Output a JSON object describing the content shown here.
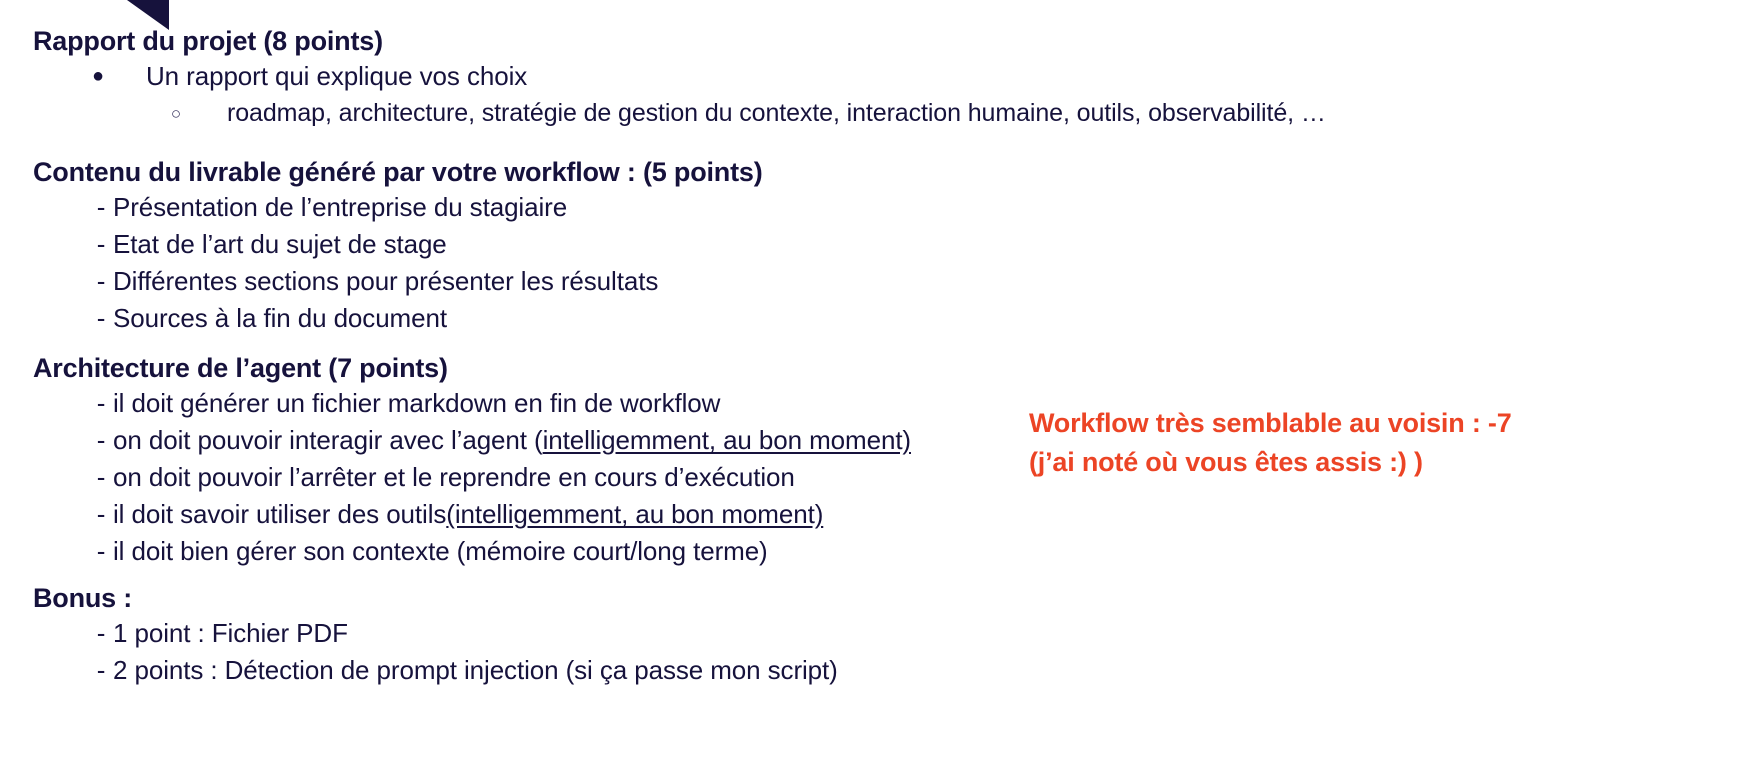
{
  "slide": {
    "background_color": "#ffffff",
    "text_color": "#16123c",
    "accent_color": "#ec4425",
    "decoration": {
      "shape": "triangle",
      "color": "#16123c",
      "name": "corner-triangle"
    }
  },
  "sections": [
    {
      "id": "rapport",
      "heading": "Rapport du projet  (8 points)",
      "items": [
        {
          "marker": "●",
          "style": "disc",
          "text": "Un rapport qui explique vos choix"
        },
        {
          "marker": "○",
          "style": "circle",
          "text": "roadmap, architecture, stratégie de gestion du contexte, interaction humaine, outils, observabilité, …"
        }
      ]
    },
    {
      "id": "contenu",
      "heading": "Contenu du livrable généré par votre workflow : (5 points)",
      "items": [
        {
          "marker": "-",
          "style": "dash",
          "text": "Présentation de l’entreprise du stagiaire"
        },
        {
          "marker": "-",
          "style": "dash",
          "text": "Etat de l’art du sujet de stage"
        },
        {
          "marker": "-",
          "style": "dash",
          "text": "Différentes sections pour présenter les résultats"
        },
        {
          "marker": "-",
          "style": "dash",
          "text": "Sources à la fin du document"
        }
      ]
    },
    {
      "id": "architecture",
      "heading": "Architecture de l’agent (7 points)",
      "items": [
        {
          "marker": "-",
          "style": "dash",
          "text": "il doit générer un fichier markdown en fin de workflow"
        },
        {
          "marker": "-",
          "style": "dash",
          "text_plain": "on doit pouvoir interagir avec l’agent (",
          "text_underline": "intelligemment, au bon moment)"
        },
        {
          "marker": "-",
          "style": "dash",
          "text": "on doit pouvoir l’arrêter et le reprendre en cours d’exécution"
        },
        {
          "marker": "-",
          "style": "dash",
          "text_plain": "il doit savoir utiliser des outils ",
          "text_underline": "(intelligemment, au bon moment)"
        },
        {
          "marker": "-",
          "style": "dash",
          "text": "il doit bien gérer son contexte (mémoire court/long terme)"
        }
      ]
    },
    {
      "id": "bonus",
      "heading": "Bonus :",
      "items": [
        {
          "marker": "-",
          "style": "dash",
          "text": "1 point : Fichier PDF"
        },
        {
          "marker": "-",
          "style": "dash",
          "text": "2 points : Détection de prompt injection (si ça passe mon script)"
        }
      ]
    }
  ],
  "annotation": {
    "color": "#ec4425",
    "line1": "Workflow très semblable au voisin : -7",
    "line2": "(j’ai noté où vous êtes assis :) )"
  }
}
